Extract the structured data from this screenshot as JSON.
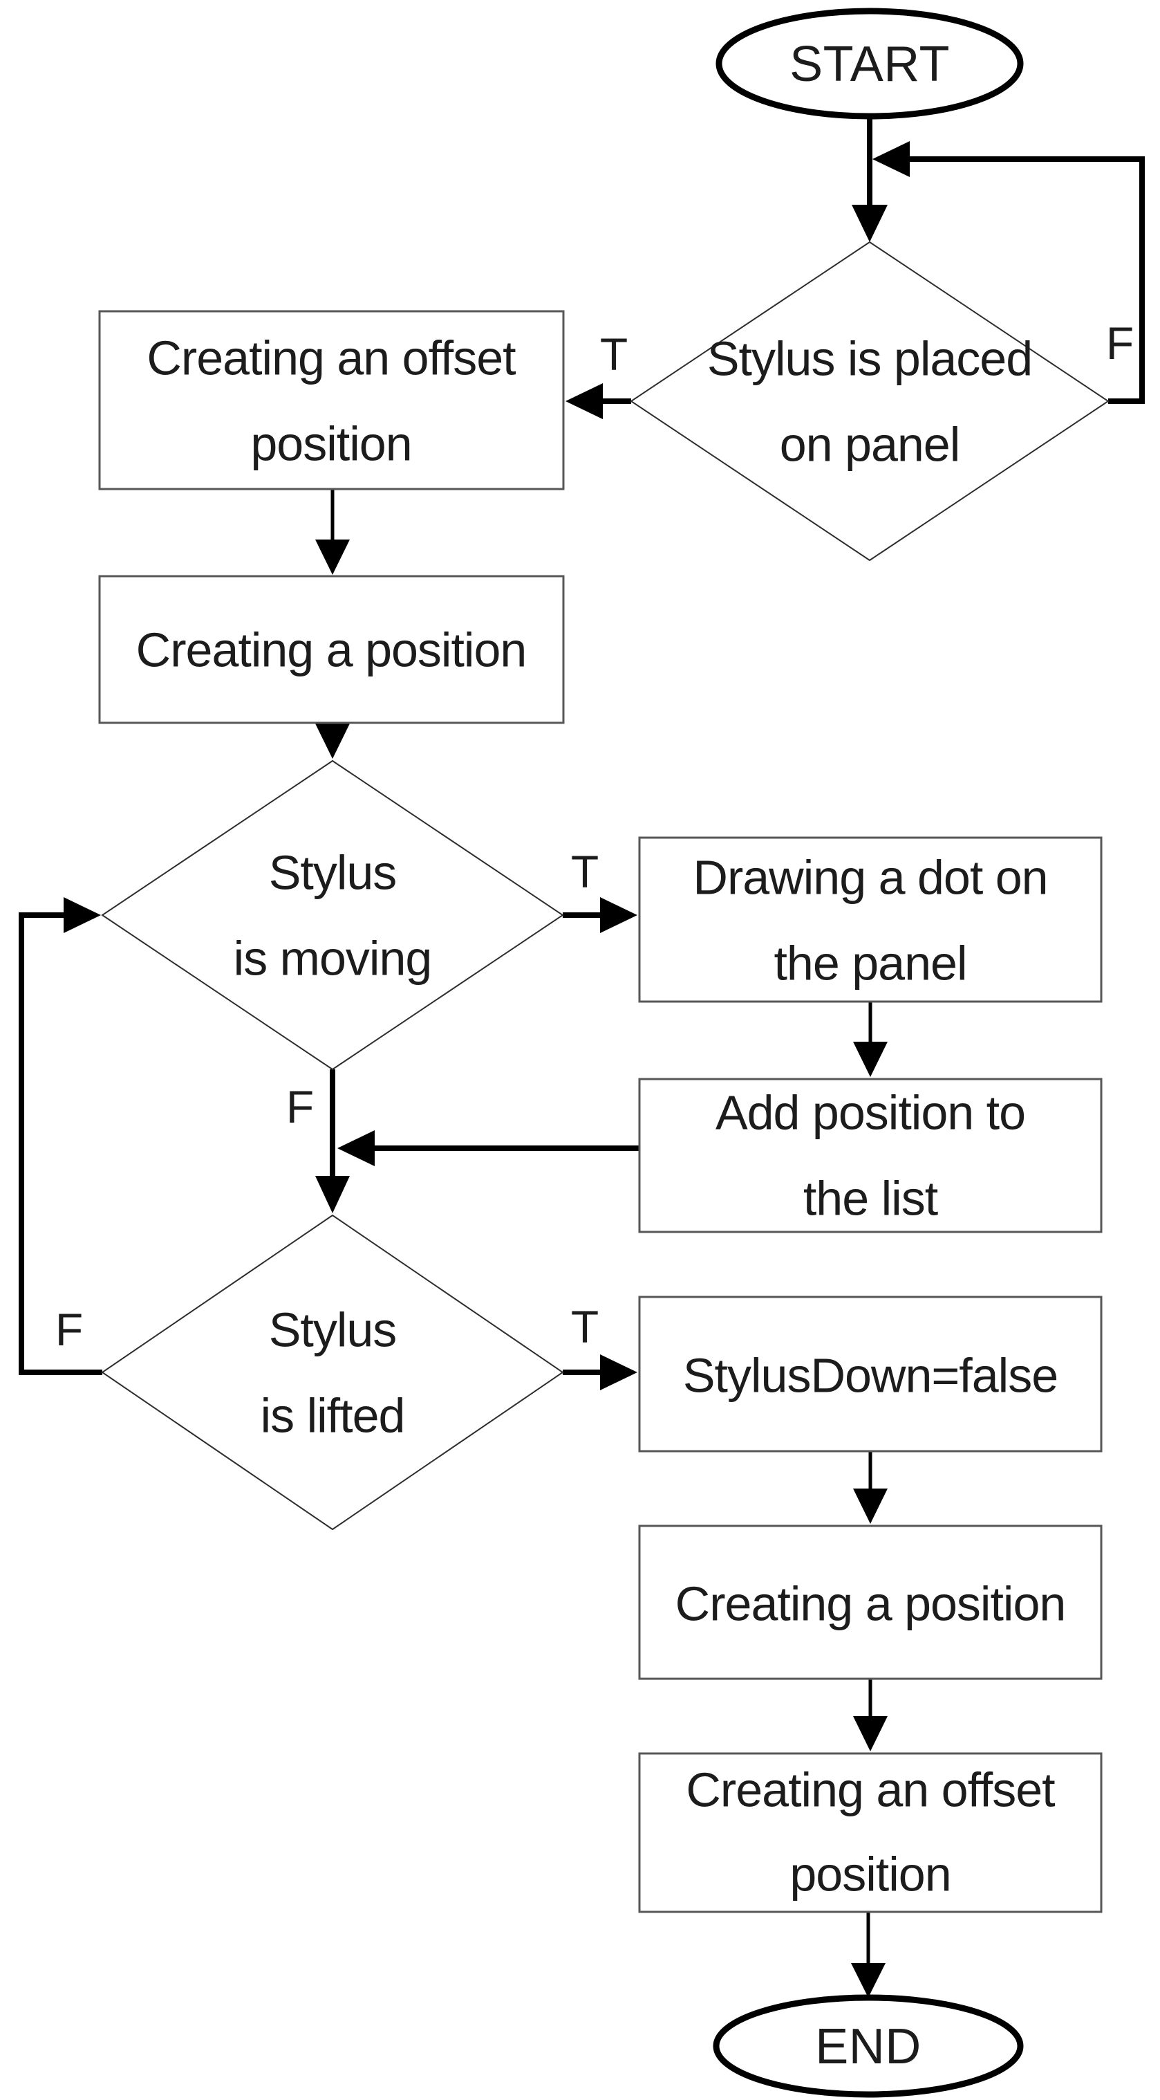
{
  "diagram": {
    "type": "flowchart",
    "description": "Stylus drawing process flowchart"
  },
  "nodes": {
    "start": {
      "label": "START",
      "shape": "terminal"
    },
    "decision_placed": {
      "line1": "Stylus is placed",
      "line2": "on panel",
      "shape": "decision"
    },
    "create_offset_1": {
      "line1": "Creating an offset",
      "line2": "position",
      "shape": "process"
    },
    "create_position_1": {
      "label": "Creating a position",
      "shape": "process"
    },
    "decision_moving": {
      "line1": "Stylus",
      "line2": "is moving",
      "shape": "decision"
    },
    "draw_dot": {
      "line1": "Drawing a dot on",
      "line2": "the panel",
      "shape": "process"
    },
    "add_position": {
      "line1": "Add position to",
      "line2": "the list",
      "shape": "process"
    },
    "decision_lifted": {
      "line1": "Stylus",
      "line2": "is lifted",
      "shape": "decision"
    },
    "stylusdown_false": {
      "label": "StylusDown=false",
      "shape": "process"
    },
    "create_position_2": {
      "label": "Creating a position",
      "shape": "process"
    },
    "create_offset_2": {
      "line1": "Creating an offset",
      "line2": "position",
      "shape": "process"
    },
    "end": {
      "label": "END",
      "shape": "terminal"
    }
  },
  "branch_labels": {
    "placed_true": "T",
    "placed_false": "F",
    "moving_true": "T",
    "moving_false": "F",
    "lifted_true": "T",
    "lifted_false": "F"
  },
  "colors": {
    "line": "#000000",
    "text": "#1c1c1c",
    "box_border": "#575757",
    "diamond_border": "#2e2e2e",
    "background": "#ffffff"
  }
}
